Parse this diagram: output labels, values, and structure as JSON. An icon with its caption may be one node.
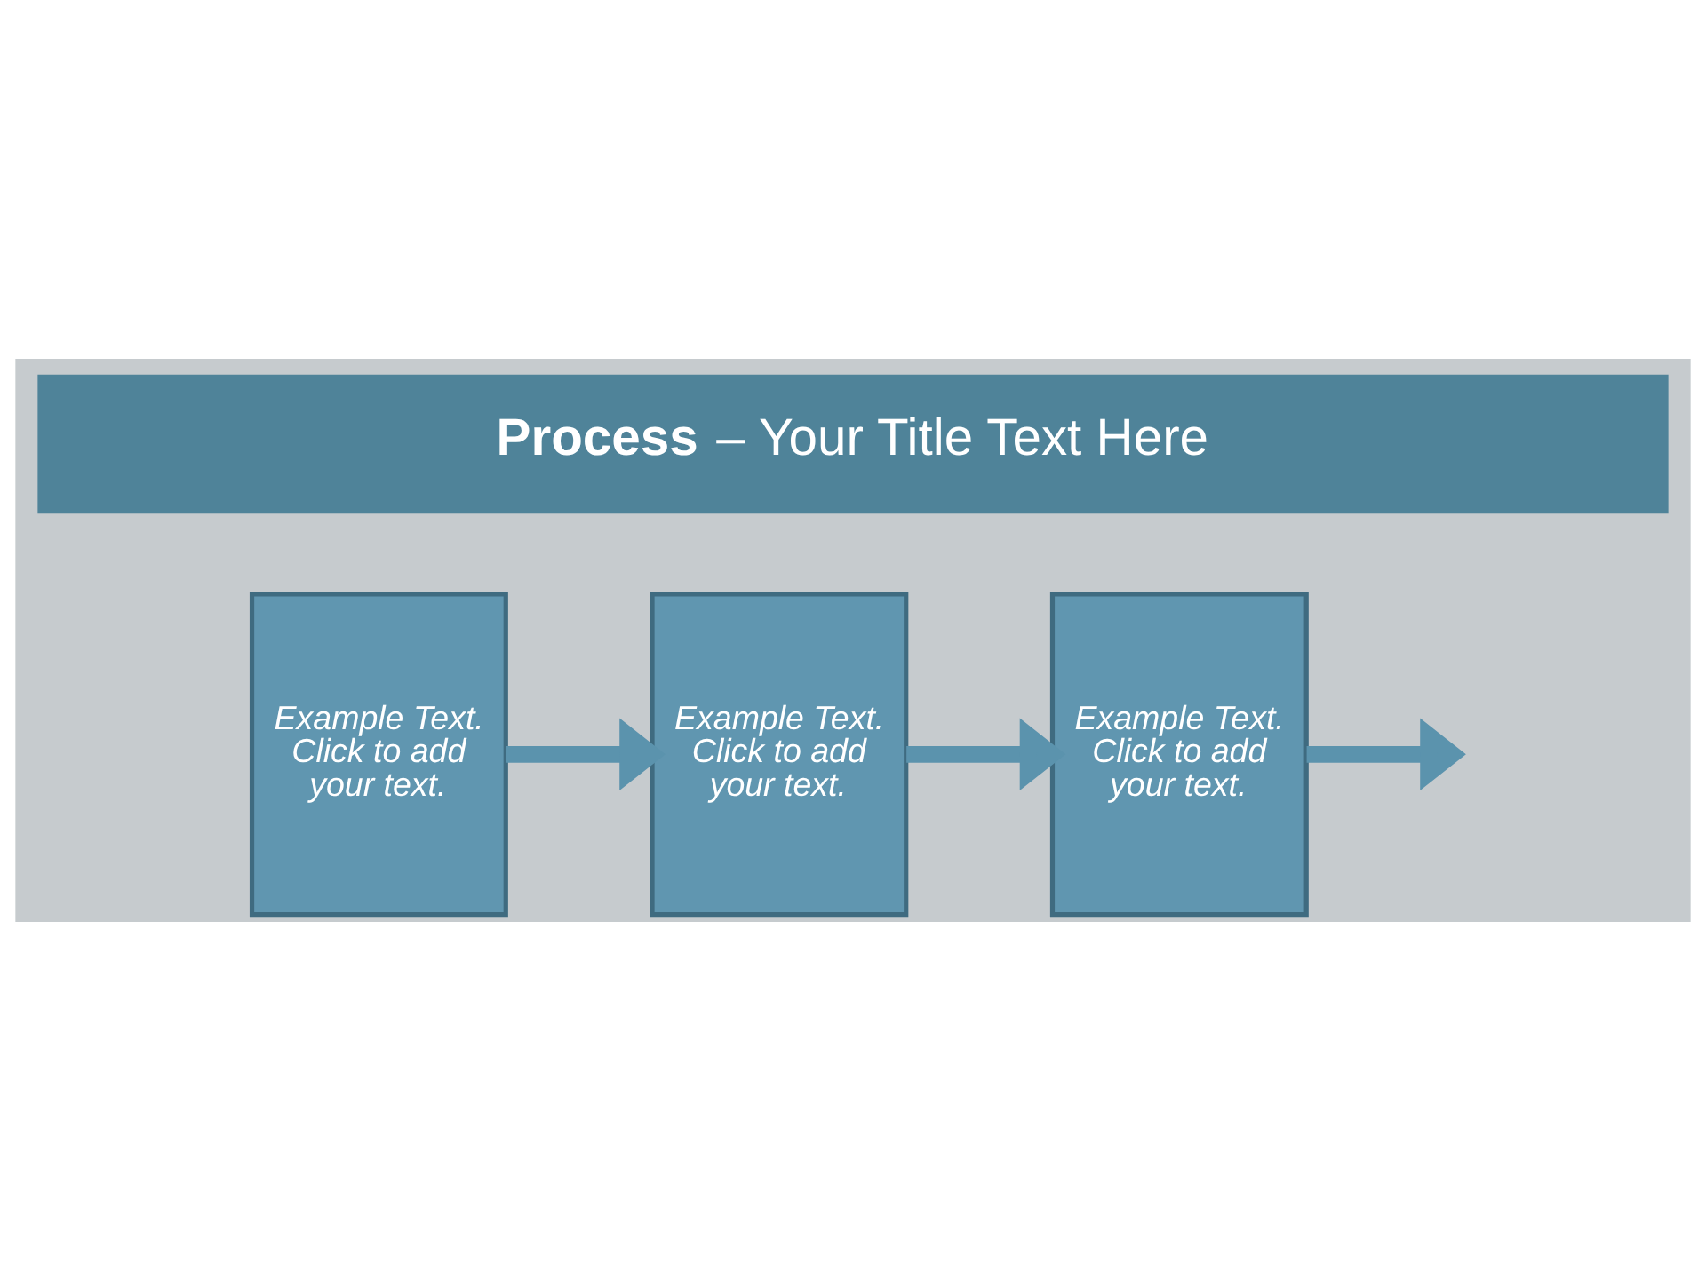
{
  "diagram": {
    "title": "**Process** – Your Title Text Here",
    "nodes": [
      {
        "text": [
          "Example Text. Click to add your text."
        ]
      },
      {
        "text": [
          "Example Text. Click to add your text."
        ]
      },
      {
        "text": [
          "Example Text. Click to add your text."
        ]
      }
    ],
    "edges": [
      {
        "from": 0,
        "to": 1,
        "arrow": "to"
      },
      {
        "from": 1,
        "to": 2,
        "arrow": "to"
      },
      {
        "from": 2,
        "to": null,
        "arrow": "to"
      }
    ]
  }
}
